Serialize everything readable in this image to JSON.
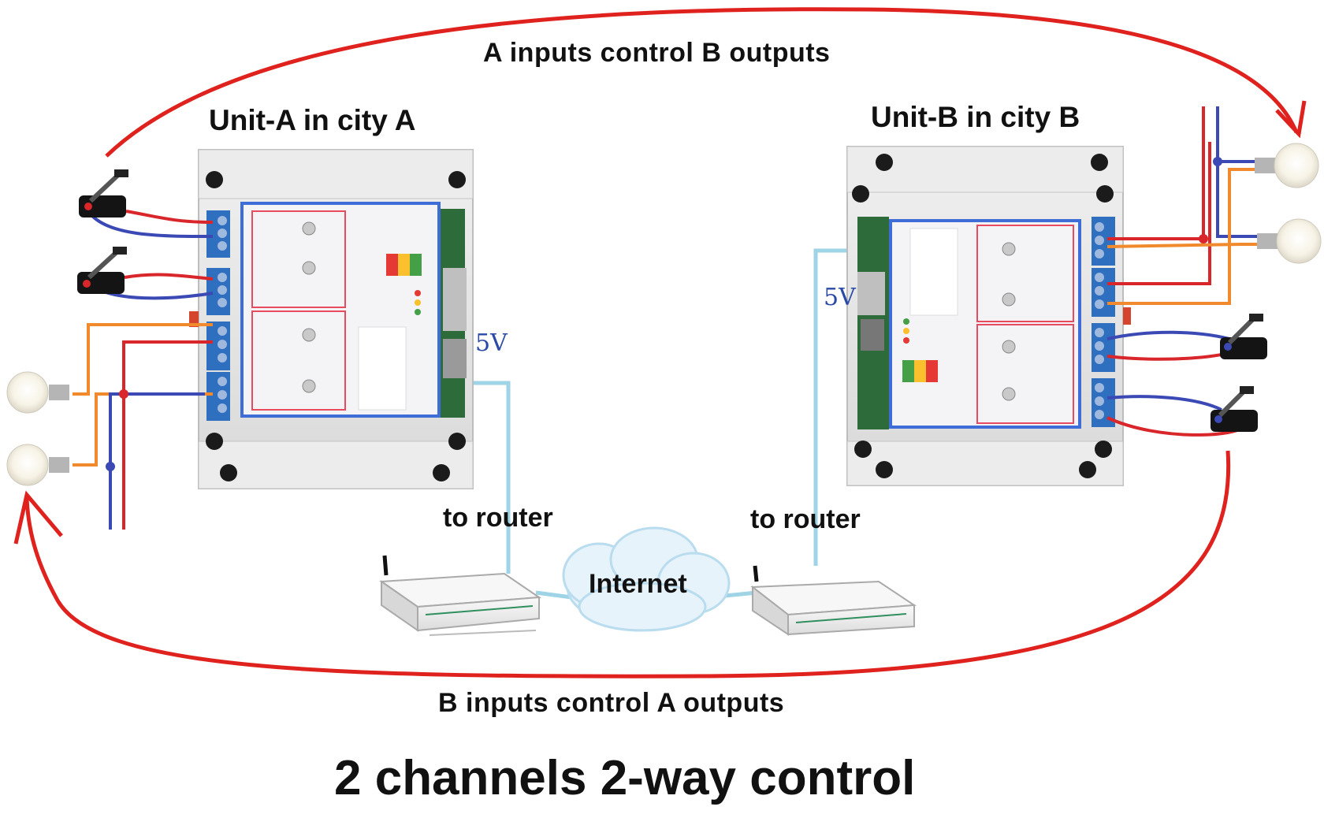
{
  "labels": {
    "top_arrow": "A inputs control B outputs",
    "bottom_arrow": "B inputs control A outputs",
    "unit_a": "Unit-A in city A",
    "unit_b": "Unit-B in city B",
    "router_a": "to router",
    "router_b": "to router",
    "internet": "Internet",
    "voltage_a": "5V",
    "voltage_b": "5V",
    "footer": "2 channels 2-way control"
  },
  "colors": {
    "arrow_red": "#e0221f",
    "wire_red": "#d8262a",
    "wire_blue": "#3b49b5",
    "wire_orange": "#f08a2c",
    "cable_lightblue": "#9fd3e6",
    "enclosure": "#e7e7e7",
    "terminal_blue": "#2f6fc0",
    "panel_border": "#3f6dd8"
  },
  "components": {
    "unit_a": {
      "switches": 2,
      "bulbs": 2,
      "terminal_blocks": 4
    },
    "unit_b": {
      "switches": 2,
      "bulbs": 2,
      "terminal_blocks": 4
    }
  },
  "icons": [
    "toggle-switch-icon",
    "light-bulb-icon",
    "router-icon",
    "cloud-icon",
    "curved-arrow-icon"
  ]
}
